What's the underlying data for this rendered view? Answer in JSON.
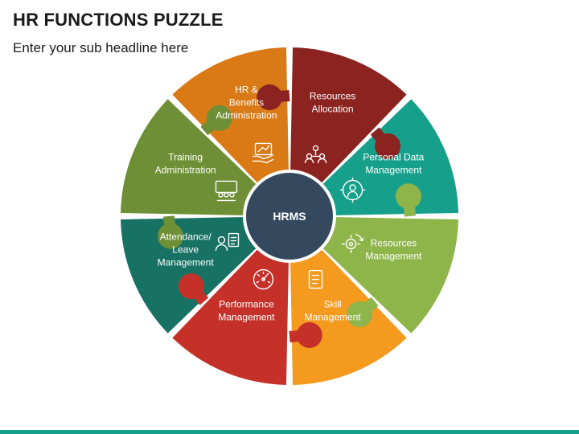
{
  "header": {
    "title": "HR FUNCTIONS PUZZLE",
    "subtitle": "Enter your sub headline here"
  },
  "center": {
    "label": "HRMS",
    "color": "#34495e"
  },
  "segments": [
    {
      "lines": [
        "Resources",
        "Allocation"
      ],
      "color": "#8b2420",
      "icon": "people-network-icon"
    },
    {
      "lines": [
        "Personal Data",
        "Management"
      ],
      "color": "#16a08c",
      "icon": "user-gear-icon"
    },
    {
      "lines": [
        "Resources",
        "Management"
      ],
      "color": "#8db54a",
      "icon": "gear-cycle-icon"
    },
    {
      "lines": [
        "Skill",
        "Management"
      ],
      "color": "#f39a1f",
      "icon": "document-list-icon"
    },
    {
      "lines": [
        "Performance",
        "Management"
      ],
      "color": "#c53129",
      "icon": "speedometer-icon"
    },
    {
      "lines": [
        "Attendance/",
        "Leave",
        "Management"
      ],
      "color": "#187264",
      "icon": "user-checklist-icon"
    },
    {
      "lines": [
        "Training",
        "Administration"
      ],
      "color": "#6e8f35",
      "icon": "group-training-icon"
    },
    {
      "lines": [
        "HR &",
        "Benefits",
        "Administration"
      ],
      "color": "#d97a16",
      "icon": "hand-growth-icon"
    }
  ],
  "footer": {
    "bar_color": "#15a08b"
  }
}
